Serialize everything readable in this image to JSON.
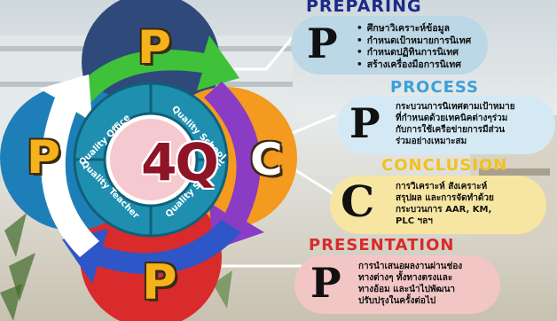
{
  "center": {
    "logo": "4Q"
  },
  "ring_labels": [
    "Quality Office",
    "Quality School",
    "Quality Student",
    "Quality Teacher"
  ],
  "cycle_letters": {
    "top": "P",
    "left": "P",
    "right": "C",
    "bottom": "P"
  },
  "colors": {
    "top_circle": "#2f4a7a",
    "left_circle": "#1e7fb8",
    "right_circle": "#f39a1f",
    "bottom_circle": "#d92b2b",
    "arrow_green": "#3fc23a",
    "arrow_purple": "#8a3cc4",
    "arrow_white": "#ffffff",
    "ring": "#1f8fb0"
  },
  "sections": [
    {
      "heading": "PREPARING",
      "heading_color": "#1d2a8a",
      "letter": "P",
      "pill_color": "#bcd7e6",
      "bullets": [
        "ศึกษาวิเคราะห์ข้อมูล",
        "กำหนดเป้าหมายการนิเทศ",
        "กำหนดปฏิทินการนิเทศ",
        "สร้างเครื่องมือการนิเทศ"
      ]
    },
    {
      "heading": "PROCESS",
      "heading_color": "#3aa0dc",
      "letter": "P",
      "pill_color": "#d4e9f3",
      "text": "กระบวนการนิเทศตามเป้าหมาย\nที่กำหนดด้วยเทคนิคต่างๆร่วม\nกับการใช้เครือข่ายการมีส่วน\nร่วมอย่างเหมาะสม"
    },
    {
      "heading": "CONCLUSION",
      "heading_color": "#f2c21d",
      "letter": "C",
      "pill_color": "#f7e6a2",
      "text": "การวิเคราะห์ สังเคราะห์\nสรุปผล และการจัดทำด้วย\nกระบวนการ AAR, KM,\nPLC ฯลฯ"
    },
    {
      "heading": "PRESENTATION",
      "heading_color": "#d92b2b",
      "letter": "P",
      "pill_color": "#f3c6c6",
      "text": "การนำเสนอผลงานผ่านช่อง\nทางต่างๆ ทั้งทางตรงและ\nทางอ้อม และนำไปพัฒนา\nปรับปรุงในครั้งต่อไป"
    }
  ]
}
